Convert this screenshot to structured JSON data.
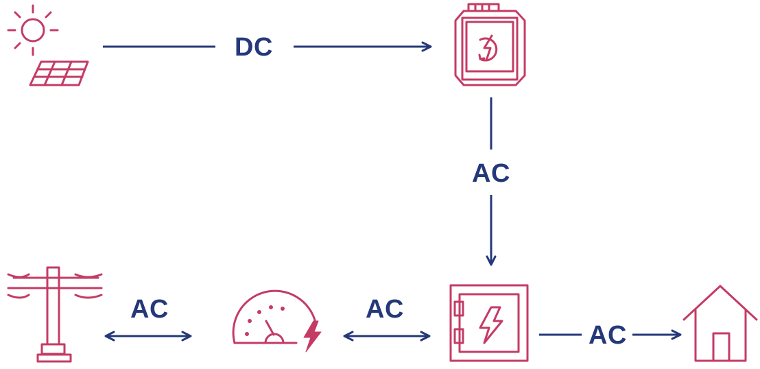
{
  "diagram": {
    "colors": {
      "icon": "#c43b66",
      "arrow": "#24387a",
      "text": "#24387a",
      "background": "#ffffff"
    },
    "nodes": [
      {
        "id": "solar",
        "icon": "solar-panel-icon"
      },
      {
        "id": "inverter",
        "icon": "inverter-icon"
      },
      {
        "id": "grid",
        "icon": "utility-pole-icon"
      },
      {
        "id": "meter",
        "icon": "energy-meter-icon"
      },
      {
        "id": "panel",
        "icon": "electrical-panel-icon"
      },
      {
        "id": "home",
        "icon": "house-icon"
      }
    ],
    "connections": [
      {
        "from": "solar",
        "to": "inverter",
        "label": "DC",
        "direction": "one-way"
      },
      {
        "from": "inverter",
        "to": "panel",
        "label": "AC",
        "direction": "one-way"
      },
      {
        "from": "grid",
        "to": "meter",
        "label": "AC",
        "direction": "two-way"
      },
      {
        "from": "meter",
        "to": "panel",
        "label": "AC",
        "direction": "two-way"
      },
      {
        "from": "panel",
        "to": "home",
        "label": "AC",
        "direction": "one-way"
      }
    ]
  }
}
